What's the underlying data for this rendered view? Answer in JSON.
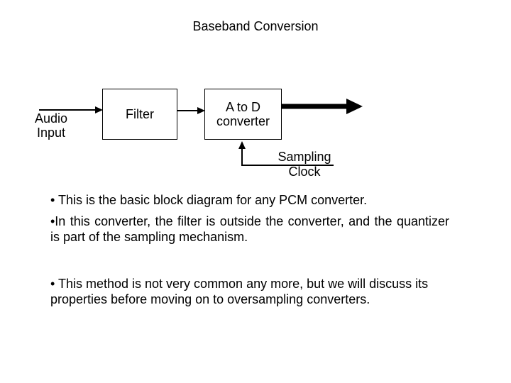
{
  "slide": {
    "title": "Baseband Conversion",
    "diagram": {
      "audio_label_line1": "Audio",
      "audio_label_line2": "Input",
      "filter_label": "Filter",
      "adc_label_line1": "A to D",
      "adc_label_line2": "converter",
      "clock_label_line1": "Sampling",
      "clock_label_line2": "Clock"
    },
    "bullets": [
      {
        "lines": [
          "• This is the basic block diagram for any PCM converter."
        ]
      },
      {
        "lines": [
          "•In this converter, the filter is outside the converter, and the quantizer",
          "is part of the sampling mechanism."
        ]
      },
      {
        "lines": [
          "• This method is not very common any more, but we will discuss its",
          "properties before moving on to oversampling converters."
        ]
      }
    ]
  },
  "colors": {
    "ink": "#000000",
    "background": "#ffffff"
  }
}
